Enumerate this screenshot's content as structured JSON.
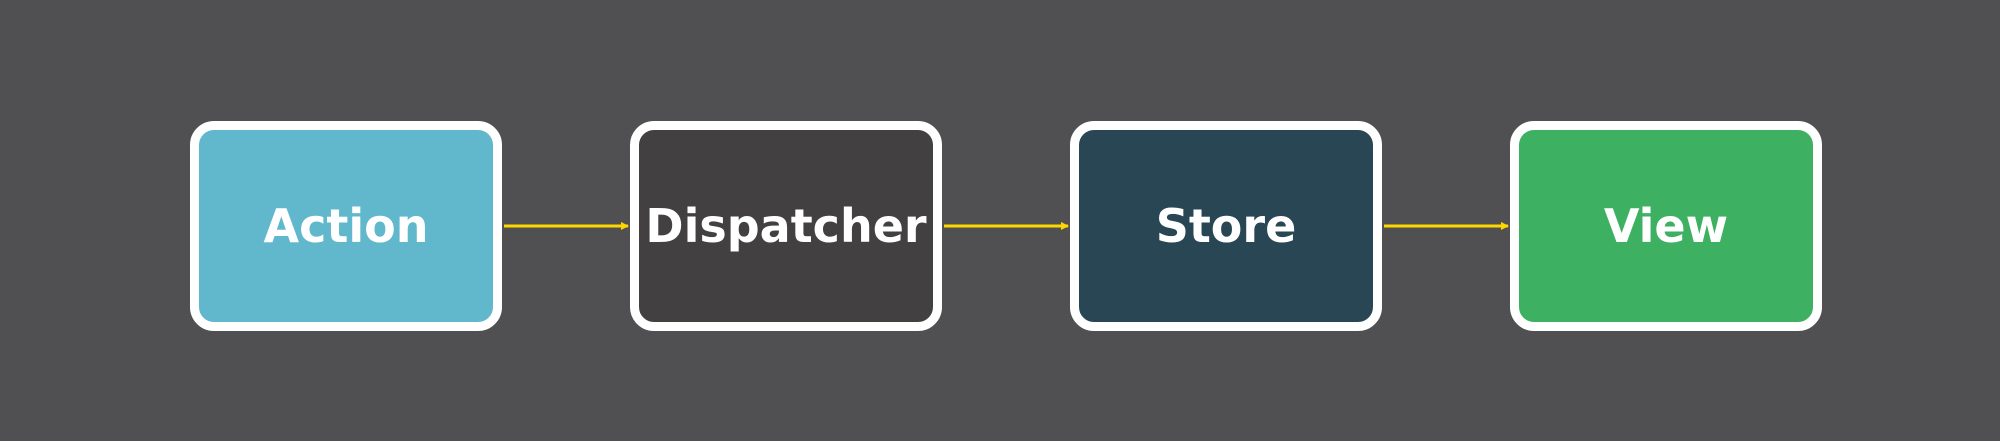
{
  "diagram": {
    "nodes": [
      {
        "id": "action",
        "label": "Action",
        "color": "#61b8cc"
      },
      {
        "id": "dispatcher",
        "label": "Dispatcher",
        "color": "#434042"
      },
      {
        "id": "store",
        "label": "Store",
        "color": "#284654"
      },
      {
        "id": "view",
        "label": "View",
        "color": "#3db161"
      }
    ],
    "edges": [
      {
        "from": "action",
        "to": "dispatcher"
      },
      {
        "from": "dispatcher",
        "to": "store"
      },
      {
        "from": "store",
        "to": "view"
      }
    ],
    "colors": {
      "background": "#505052",
      "border": "#ffffff",
      "arrow": "#ffd700",
      "text": "#ffffff"
    }
  }
}
